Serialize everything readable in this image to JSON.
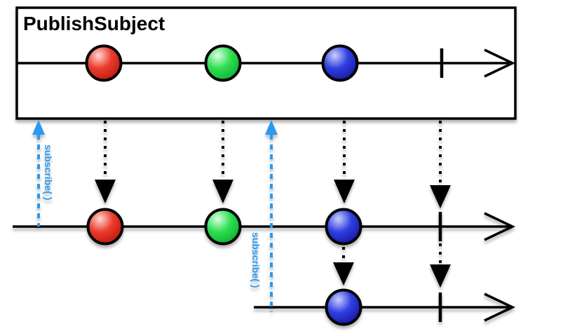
{
  "title": "PublishSubject",
  "colors": {
    "ink": "#000000",
    "subscribe_blue": "#2b99f0",
    "red_light": "#ffd7cf",
    "red_mid": "#eb3b2e",
    "red_dark": "#b51408",
    "green_light": "#d9ffe2",
    "green_mid": "#2fde52",
    "green_dark": "#0ba82c",
    "blue_light": "#c9cffc",
    "blue_mid": "#2f3fe0",
    "blue_dark": "#141295"
  },
  "source": {
    "label": "PublishSubject",
    "events": [
      "red",
      "green",
      "blue",
      "complete"
    ]
  },
  "subscribers": [
    {
      "subscribe_label": "subscribe( )",
      "events": [
        "red",
        "green",
        "blue",
        "complete"
      ]
    },
    {
      "subscribe_label": "subscribe( )",
      "events": [
        "blue",
        "complete"
      ]
    }
  ]
}
